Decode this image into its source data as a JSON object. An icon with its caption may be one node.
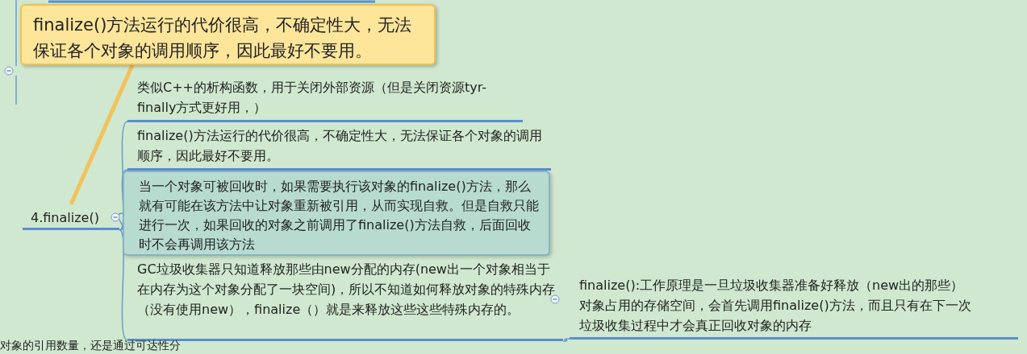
{
  "diagram": {
    "nodes": [
      {
        "text": [
          "4.finalize()"
        ]
      },
      {
        "text": [
          "类似C++的析构函数，用于关闭外部资源（但是关闭资源tyr-finally方式更好用，）"
        ]
      },
      {
        "text": [
          "finalize()方法运行的代价很高，不确定性大，无法保证各个对象的调用顺序，因此最好不要用。"
        ]
      },
      {
        "text": [
          "当一个对象可被回收时，如果需要执行该对象的finalize()方法，那么就有可能在该方法中让对象重新被引用，从而实现自救。但是自救只能进行一次，如果回收的对象之前调用了finalize()方法自救，后面回收时不会再调用该方法"
        ]
      },
      {
        "text": [
          "GC垃圾收集器只知道释放那些由new分配的内存(new出一个对象相当于在内存为这个对象分配了一块空间)，所以不知道如何释放对象的特殊内存（没有使用new），finalize（）就是来释放这些这些特殊内存的。"
        ]
      },
      {
        "text": [
          "finalize():工作原理是一旦垃圾收集器准备好释放（new出的那些）对象占用的存储空间，会首先调用finalize()方法，而且只有在下一次垃圾收集过程中才会真正回收对象的内存"
        ]
      },
      {
        "text": [
          "finalize()方法运行的代价很高，不确定性大，无法保证各个对象的调用顺序，因此最好不要用。"
        ]
      }
    ],
    "edges": [
      {
        "from": 0,
        "to": 1,
        "arrow": "none"
      },
      {
        "from": 0,
        "to": 2,
        "arrow": "none"
      },
      {
        "from": 0,
        "to": 3,
        "arrow": "none"
      },
      {
        "from": 0,
        "to": 4,
        "arrow": "none"
      },
      {
        "from": 4,
        "to": 5,
        "arrow": "none"
      },
      {
        "from": 6,
        "to": 0,
        "arrow": "none",
        "style": "thick",
        "color": "#f2c25a"
      }
    ],
    "labels": [
      "对象的引用数量，还是通过可达性分"
    ]
  }
}
